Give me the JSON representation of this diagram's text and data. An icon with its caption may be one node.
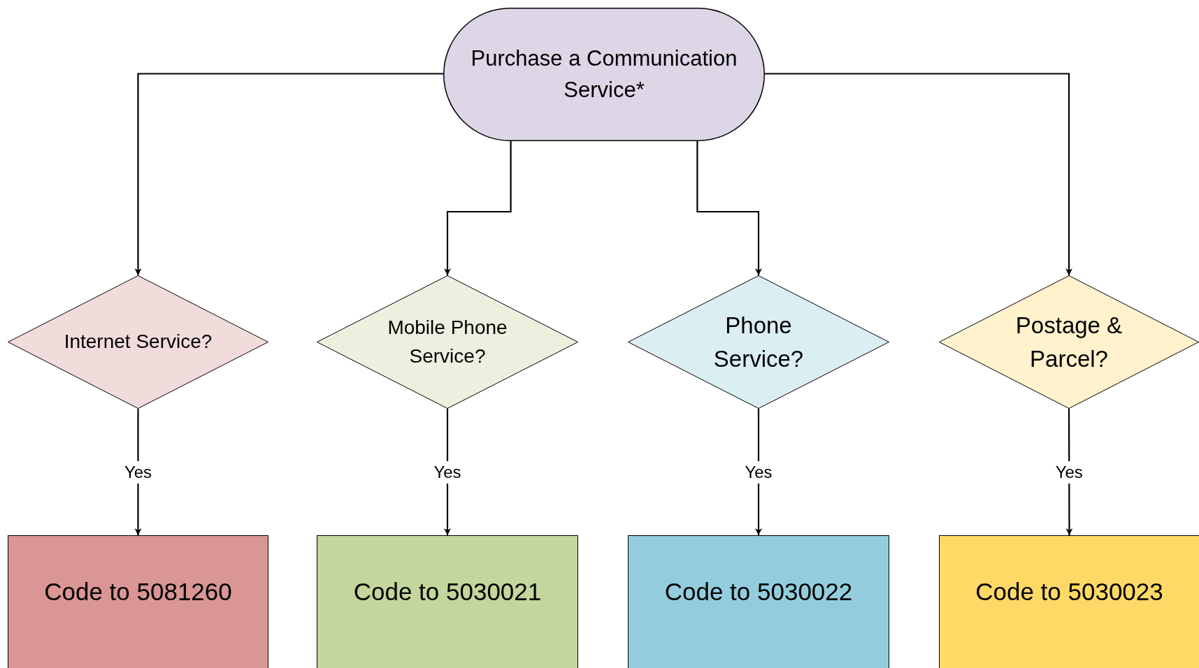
{
  "diagram": {
    "nodes": [
      {
        "text": [
          "Purchase a Communication Service*"
        ]
      },
      {
        "text": [
          "Internet Service?"
        ]
      },
      {
        "text": [
          "Mobile Phone Service?"
        ]
      },
      {
        "text": [
          "Phone Service?"
        ]
      },
      {
        "text": [
          "Postage & Parcel?"
        ]
      },
      {
        "text": [
          "Code to 5081260"
        ]
      },
      {
        "text": [
          "Code to 5030021"
        ]
      },
      {
        "text": [
          "Code to 5030022"
        ]
      },
      {
        "text": [
          "Code to 5030023"
        ]
      }
    ],
    "edges": [
      {
        "from": 0,
        "to": 1,
        "arrow": "to"
      },
      {
        "from": 0,
        "to": 2,
        "arrow": "to"
      },
      {
        "from": 0,
        "to": 3,
        "arrow": "to"
      },
      {
        "from": 0,
        "to": 4,
        "arrow": "to"
      },
      {
        "from": 1,
        "to": 5,
        "arrow": "to",
        "label": "Yes"
      },
      {
        "from": 2,
        "to": 6,
        "arrow": "to",
        "label": "Yes"
      },
      {
        "from": 3,
        "to": 7,
        "arrow": "to",
        "label": "Yes"
      },
      {
        "from": 4,
        "to": 8,
        "arrow": "to",
        "label": "Yes"
      }
    ]
  }
}
